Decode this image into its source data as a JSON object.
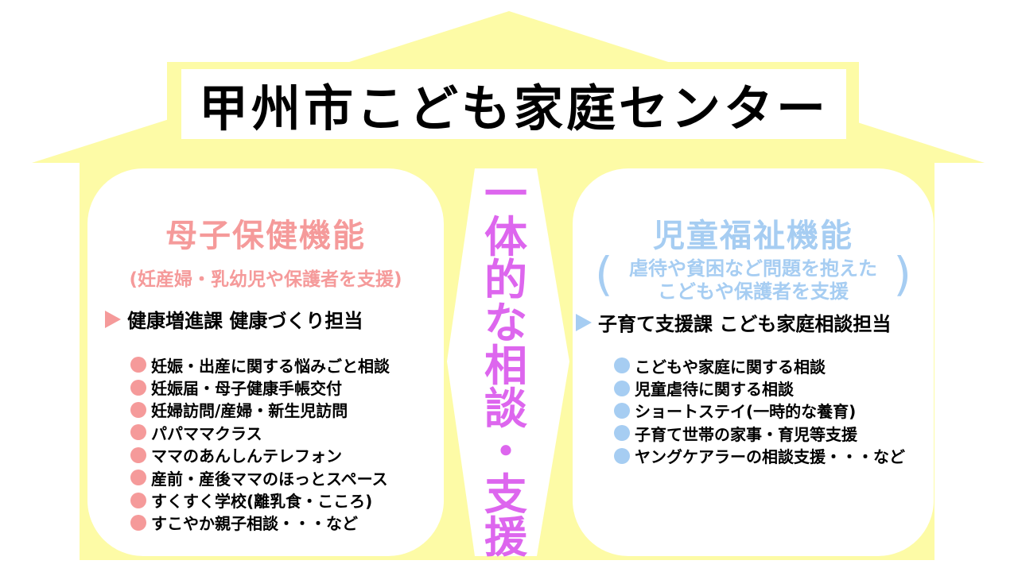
{
  "title": "甲州市こども家庭センター",
  "center": {
    "chars": [
      "一",
      "体",
      "的",
      "な",
      "相",
      "談",
      "・",
      "支",
      "援"
    ]
  },
  "left_panel": {
    "title": "母子保健機能",
    "subtitle": "(妊産婦・乳幼児や保護者を支援)",
    "department": "健康増進課 健康づくり担当",
    "items": [
      "妊娠・出産に関する悩みごと相談",
      "妊娠届・母子健康手帳交付",
      "妊婦訪問/産婦・新生児訪問",
      "パパママクラス",
      "ママのあんしんテレフォン",
      "産前・産後ママのほっとスペース",
      "すくすく学校(離乳食・こころ)",
      "すこやか親子相談・・・など"
    ]
  },
  "right_panel": {
    "title": "児童福祉機能",
    "subtitle_line1": "虐待や貧困など問題を抱えた",
    "subtitle_line2": "こどもや保護者を支援",
    "department": "子育て支援課 こども家庭相談担当",
    "items": [
      "こどもや家庭に関する相談",
      "児童虐待に関する相談",
      "ショートステイ(一時的な養育)",
      "子育て世帯の家事・育児等支援",
      "ヤングケアラーの相談支援・・・など"
    ]
  },
  "colors": {
    "house": "#fdfba6",
    "left_accent": "#f59a9a",
    "right_accent": "#a6cdf2",
    "center_text": "#dd66ee"
  }
}
